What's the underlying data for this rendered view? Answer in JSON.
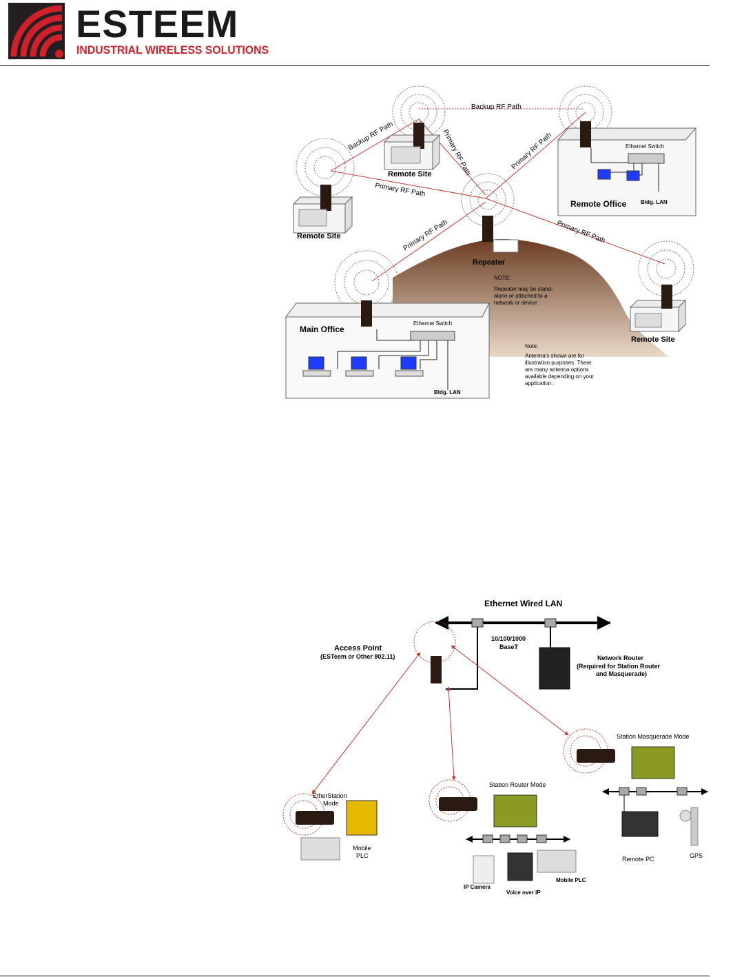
{
  "header": {
    "brand": "ESTEEM",
    "tagline": "INDUSTRIAL WIRELESS SOLUTIONS"
  },
  "diagram1": {
    "labels": {
      "backup_rf_top": "Backup RF Path",
      "backup_rf_left": "Backup RF Path",
      "primary_rf_a": "Primary RF Path",
      "primary_rf_b": "Primary RF Path",
      "primary_rf_c": "Primary RF Path",
      "primary_rf_d": "Primary RF Path",
      "primary_rf_e": "Primary RF Path",
      "remote_site_top": "Remote Site",
      "remote_site_left": "Remote Site",
      "remote_site_right": "Remote Site",
      "remote_office": "Remote Office",
      "ethernet_switch_ro": "Ethernet Switch",
      "bldg_lan_ro": "Bldg. LAN",
      "repeater": "Repeater",
      "note_head": "NOTE:",
      "note_line1": "Repeater may be stand-",
      "note_line2": "alone or attached to a",
      "note_line3": "network or device",
      "main_office": "Main Office",
      "ethernet_switch_mo": "Ethernet Switch",
      "bldg_lan_mo": "Bldg. LAN",
      "note2_head": "Note:",
      "note2_line1": "Antenna's shown are for",
      "note2_line2": "illustration purposes.  There",
      "note2_line3": "are many antenna options",
      "note2_line4": "available depending on your",
      "note2_line5": "application."
    }
  },
  "diagram2": {
    "labels": {
      "ethernet_wired_lan": "Ethernet Wired LAN",
      "baset_line1": "10/100/1000",
      "baset_line2": "BaseT",
      "access_point": "Access Point",
      "access_point_sub": "(ESTeem or Other 802.11)",
      "network_router": "Network Router",
      "router_sub1": "(Required for Station Router",
      "router_sub2": "and Masquerade)",
      "station_masquerade": "Station Masquerade  Mode",
      "station_router": "Station Router Mode",
      "etherstation1": "EtherStation",
      "etherstation2": "Mode",
      "mobile_plc_1a": "Mobile",
      "mobile_plc_1b": "PLC",
      "ip_camera": "IP Camera",
      "voice_over_ip": "Voice over IP",
      "mobile_plc_2": "Mobile PLC",
      "remote_pc": "Remote PC",
      "gps": "GPS"
    }
  },
  "colors": {
    "brand_red": "#d0202a",
    "rf_path_red": "#c0392b",
    "hill_brown": "#8b5a3c",
    "monitor_blue": "#1e3cff"
  }
}
